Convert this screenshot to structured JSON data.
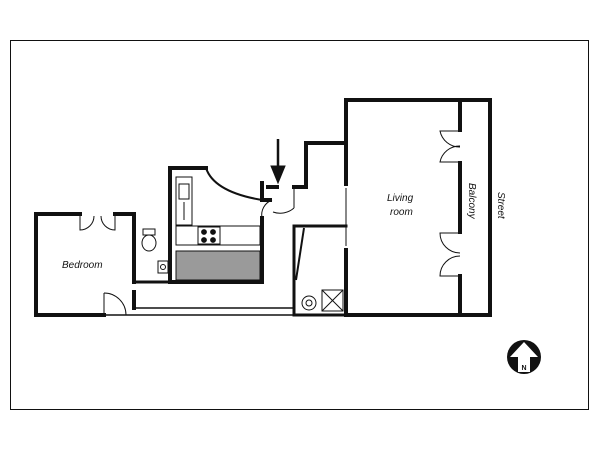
{
  "rooms": {
    "bedroom": "Bedroom",
    "living_room_line1": "Living",
    "living_room_line2": "room",
    "balcony": "Balcony"
  },
  "street_label": "Street",
  "compass_label": "N",
  "colors": {
    "line": "#111111",
    "paper": "#ffffff",
    "counter_fill": "#9a9a9a"
  }
}
